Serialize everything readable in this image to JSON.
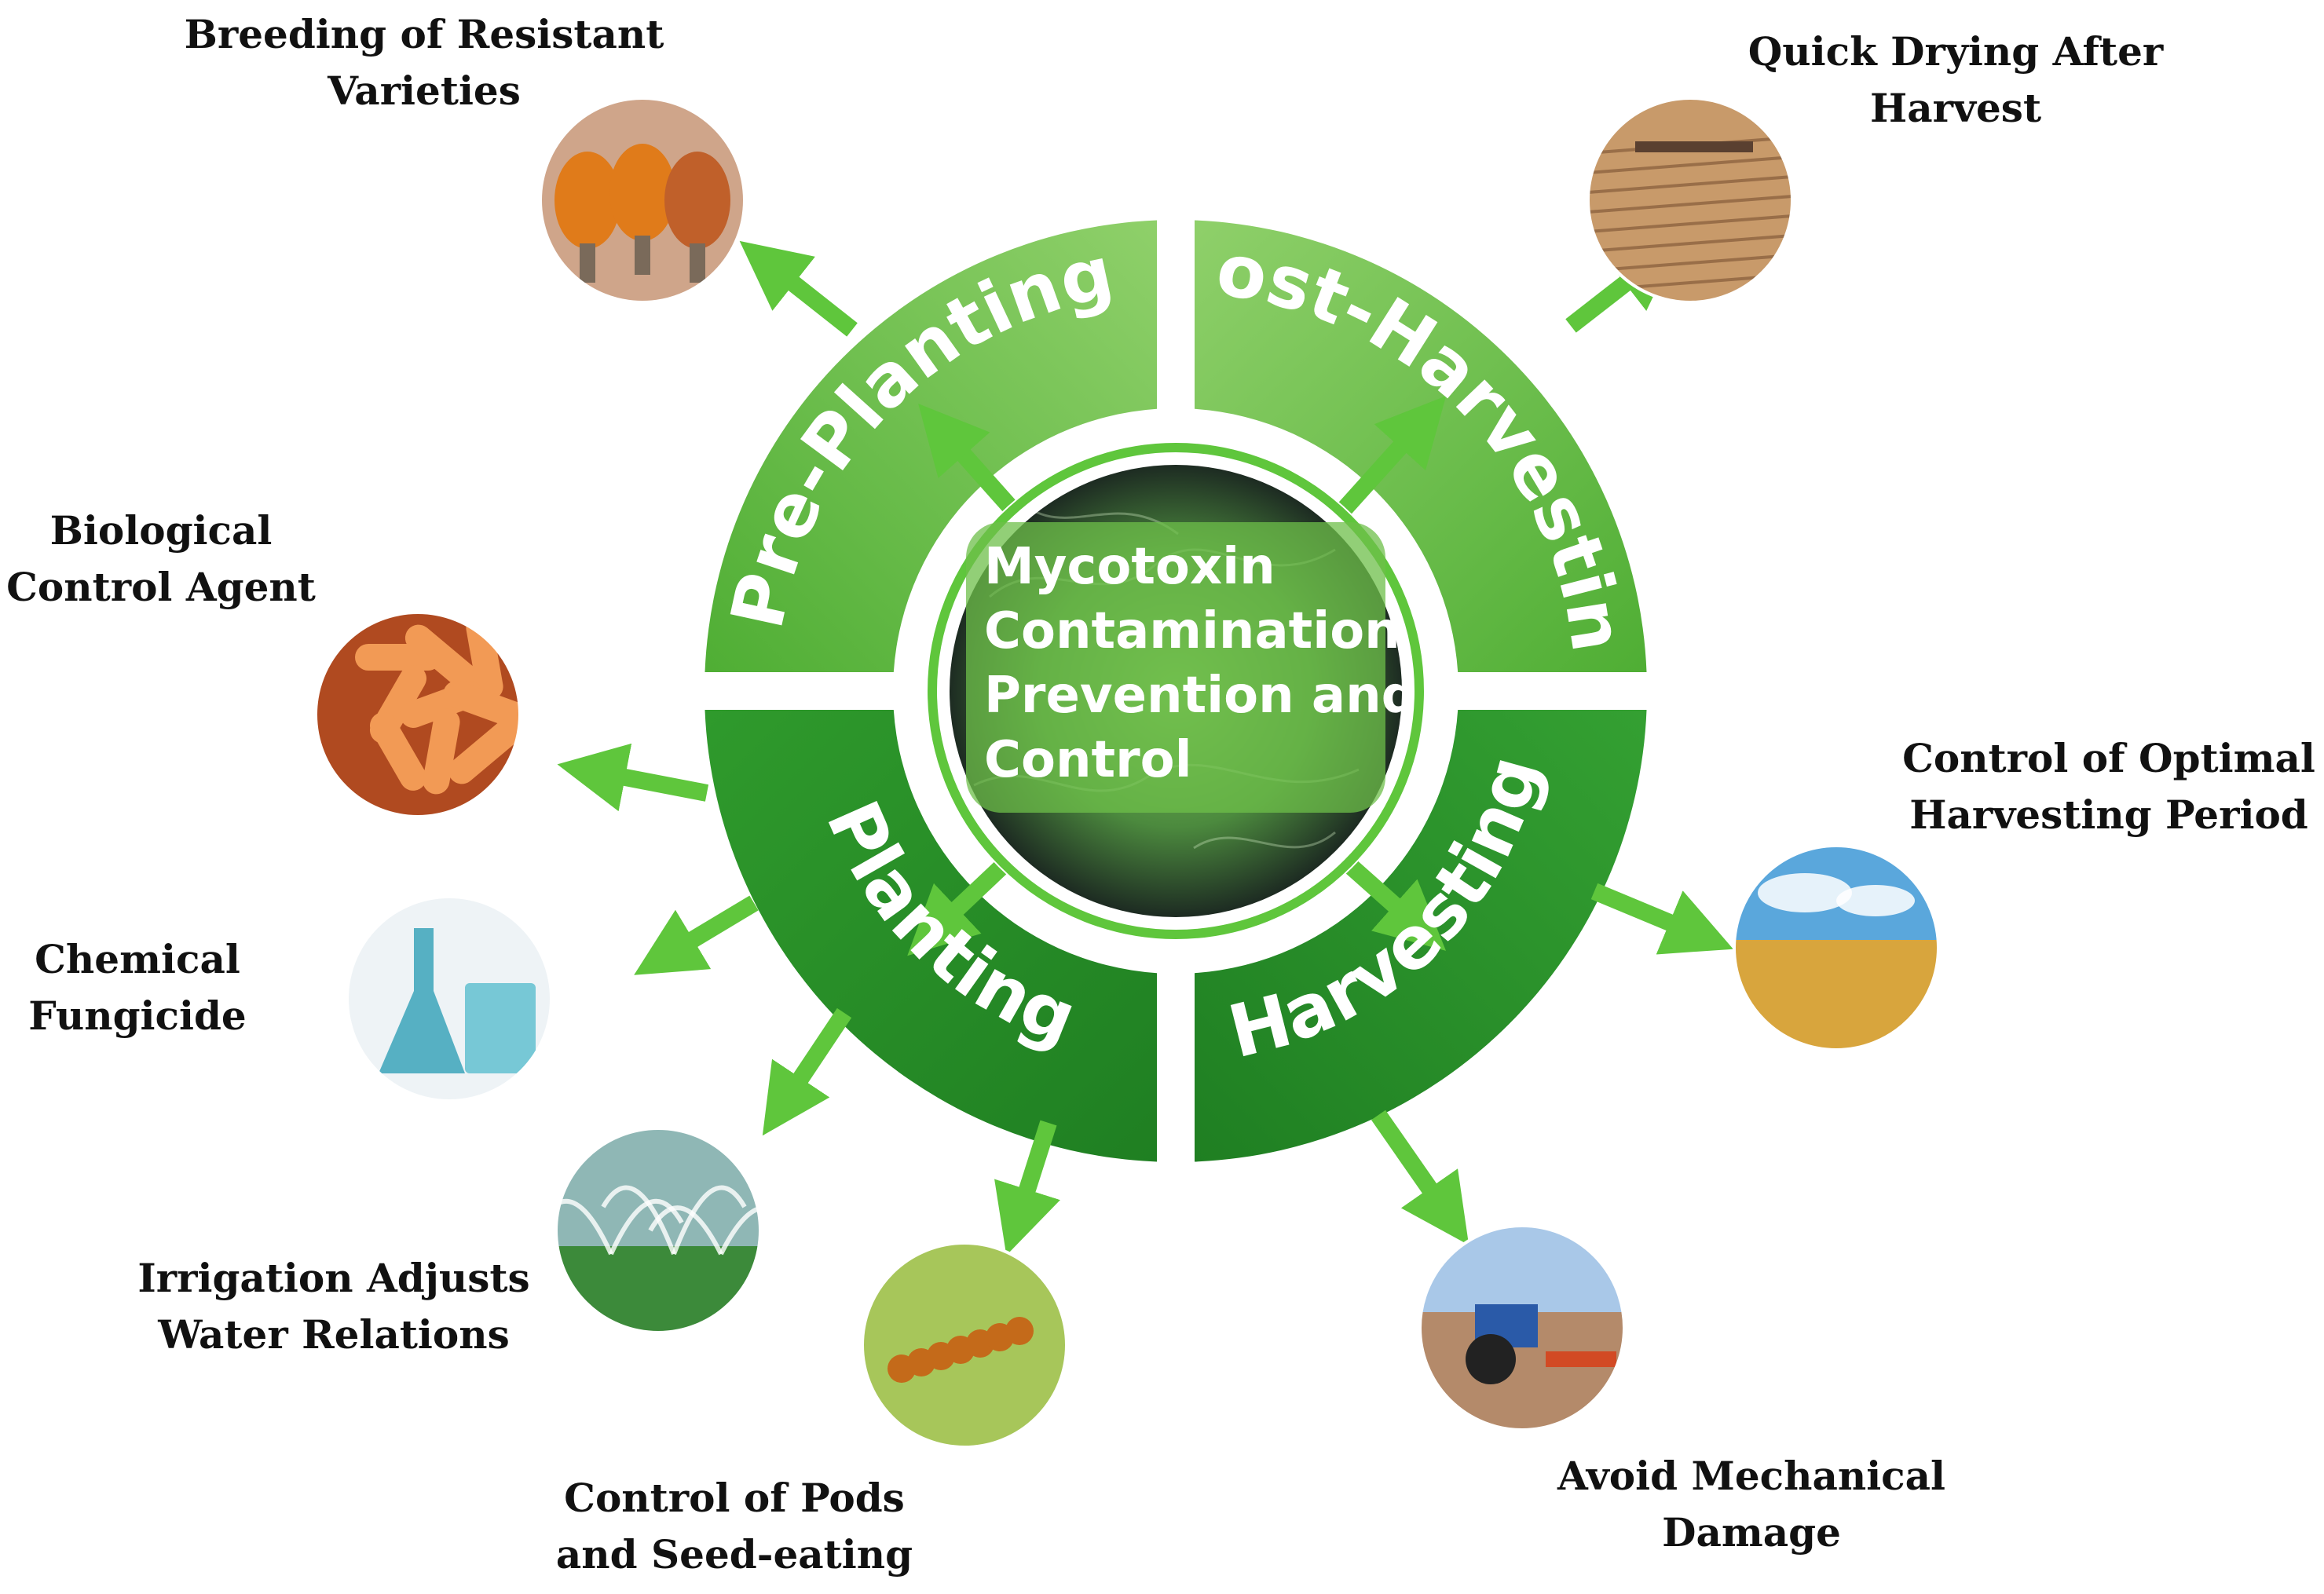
{
  "center": {
    "lines": [
      "Mycotoxin",
      "Contamination",
      "Prevention and",
      "Control"
    ]
  },
  "stages": [
    {
      "id": "pre-planting",
      "label": "Pre-Planting",
      "color": "#6cbf3c"
    },
    {
      "id": "post-harvesting",
      "label": "Post-Harvesting",
      "color": "#72c043"
    },
    {
      "id": "planting",
      "label": "Planting",
      "color": "#2f9a2c"
    },
    {
      "id": "harvesting",
      "label": "Harvesting",
      "color": "#2a9328"
    }
  ],
  "measures": [
    {
      "id": "breeding",
      "lines": [
        "Breeding of Resistant",
        "Varieties"
      ],
      "image": "seed-jars-photo"
    },
    {
      "id": "biological",
      "lines": [
        "Biological",
        "Control Agent"
      ],
      "image": "bacteria-photo"
    },
    {
      "id": "chemical",
      "lines": [
        "Chemical",
        "Fungicide"
      ],
      "image": "lab-flasks-photo"
    },
    {
      "id": "irrigation",
      "lines": [
        "Irrigation  Adjusts",
        "Water Relations"
      ],
      "image": "sprinkler-field-photo"
    },
    {
      "id": "pods",
      "lines": [
        "Control of Pods",
        "and Seed-eating"
      ],
      "image": "caterpillar-photo"
    },
    {
      "id": "drying",
      "lines": [
        "Quick Drying After",
        "Harvest"
      ],
      "image": "grain-drying-photo"
    },
    {
      "id": "optimal-period",
      "lines": [
        "Control of Optimal",
        "Harvesting Period"
      ],
      "image": "wheat-harvest-photo"
    },
    {
      "id": "mechanical",
      "lines": [
        "Avoid Mechanical",
        "Damage"
      ],
      "image": "tractor-photo"
    }
  ],
  "colors": {
    "arrow": "#5fc63c",
    "ring-light": "#8fd06a",
    "ring-dark": "#2a9328"
  }
}
